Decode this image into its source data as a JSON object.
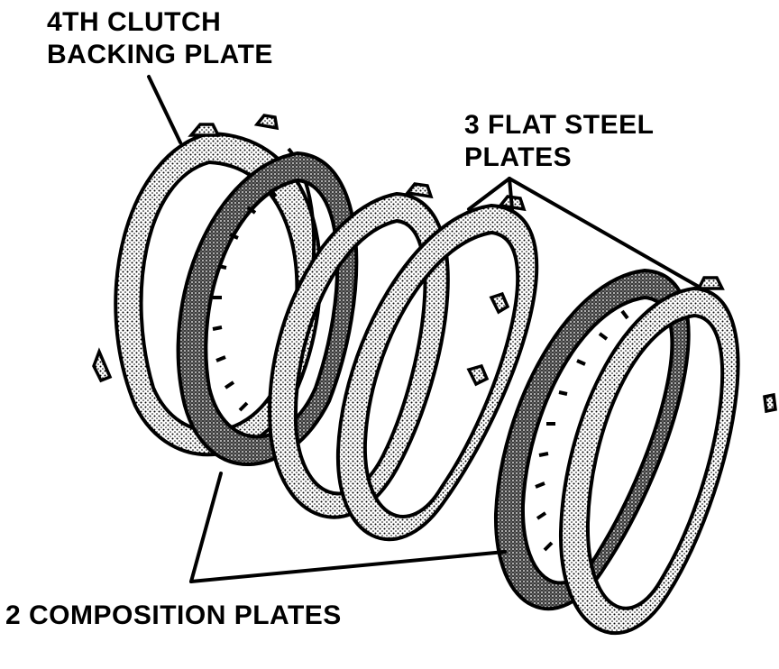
{
  "labels": {
    "backing_plate_line1": "4TH CLUTCH",
    "backing_plate_line2": "BACKING PLATE",
    "steel_plates_line1": "3 FLAT STEEL",
    "steel_plates_line2": "PLATES",
    "composition_plates": "2 COMPOSITION PLATES"
  },
  "colors": {
    "ink": "#000000",
    "paper": "#ffffff"
  }
}
